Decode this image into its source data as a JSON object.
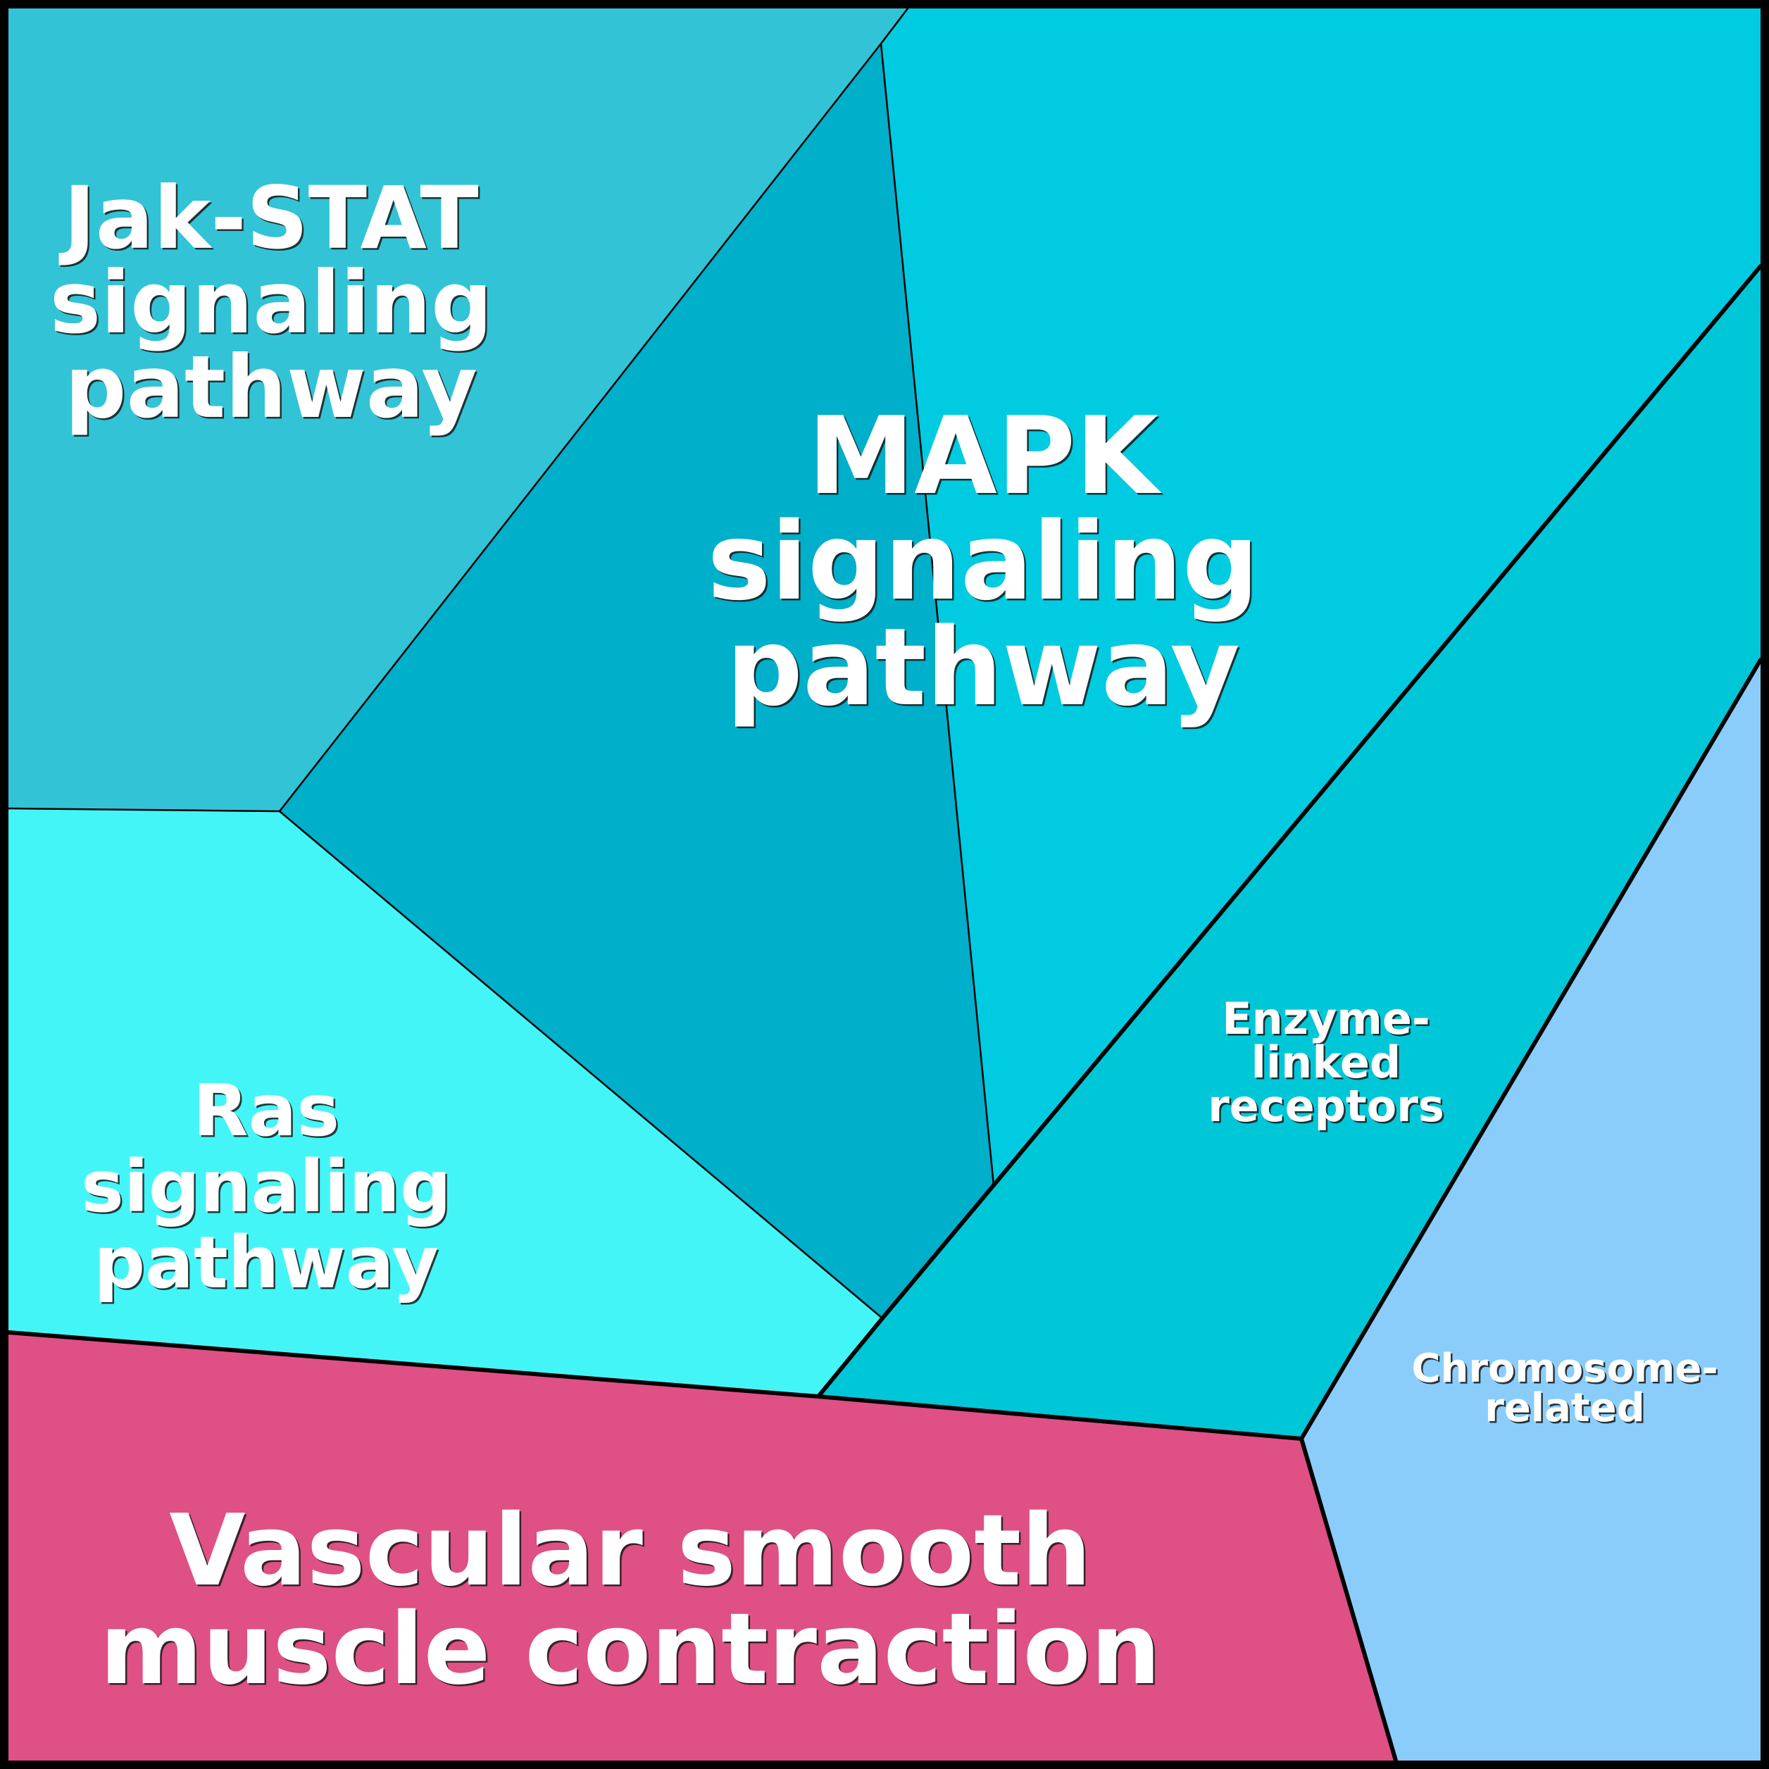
{
  "diagram": {
    "type": "voronoi-treemap",
    "border_color": "#000000",
    "label_color": "#ffffff",
    "cells": [
      {
        "id": "jak-stat",
        "label_lines": [
          "Jak-STAT",
          "signaling",
          "pathway"
        ],
        "color": "#33C3D6"
      },
      {
        "id": "mapk-dark",
        "label_lines": [],
        "color": "#00AFCA"
      },
      {
        "id": "mapk",
        "label_lines": [
          "MAPK",
          "signaling",
          "pathway"
        ],
        "color": "#00CBE0"
      },
      {
        "id": "ras",
        "label_lines": [
          "Ras",
          "signaling",
          "pathway"
        ],
        "color": "#44F5F7"
      },
      {
        "id": "enzyme-linked-receptors",
        "label_lines": [
          "Enzyme-",
          "linked",
          "receptors"
        ],
        "color": "#00C7D8"
      },
      {
        "id": "chromosome-related",
        "label_lines": [
          "Chromosome-",
          "related"
        ],
        "color": "#8ACDFB"
      },
      {
        "id": "vascular-smooth-muscle-contraction",
        "label_lines": [
          "Vascular smooth",
          "muscle contraction"
        ],
        "color": "#DF5085"
      }
    ]
  }
}
